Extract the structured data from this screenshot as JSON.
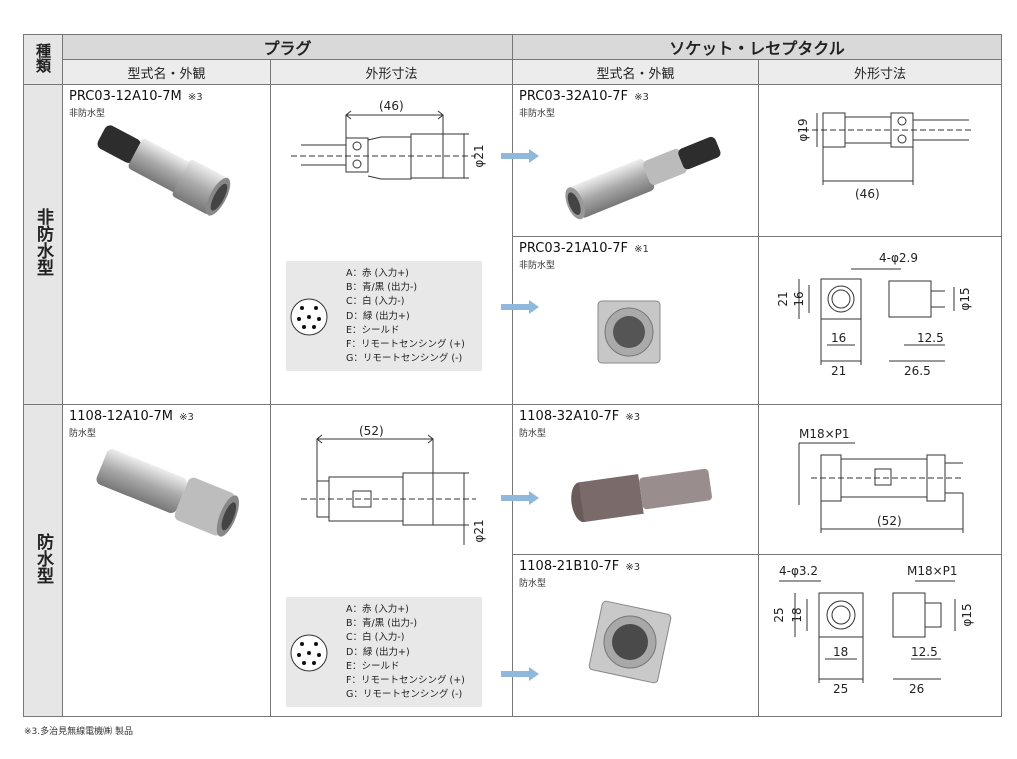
{
  "header": {
    "kind_label": "種類",
    "plug_label": "プラグ",
    "socket_label": "ソケット・レセプタクル",
    "model_col": "型式名・外観",
    "dim_col": "外形寸法",
    "model_col_2": "型式名・外観",
    "dim_col_2": "外形寸法"
  },
  "groups": [
    {
      "kind": "非防水型",
      "plug": {
        "model": "PRC03-12A10-7M",
        "note": "※3",
        "type": "非防水型",
        "dim": "(46)",
        "dia": "φ21"
      },
      "sockets": [
        {
          "model": "PRC03-32A10-7F",
          "note": "※3",
          "type": "非防水型",
          "dims": {
            "dia": "φ19",
            "len": "(46)"
          }
        },
        {
          "model": "PRC03-21A10-7F",
          "note": "※1",
          "type": "非防水型",
          "dims": {
            "hole": "4-φ2.9",
            "h1": "21",
            "h2": "16",
            "w1": "16",
            "w2": "21",
            "dia": "φ15",
            "d1": "12.5",
            "d2": "26.5"
          }
        }
      ],
      "pins": [
        "A：赤 (入力+)",
        "B：青/黒 (出力-)",
        "C：白 (入力-)",
        "D：緑 (出力+)",
        "E：シールド",
        "F：リモートセンシング (+)",
        "G：リモートセンシング (-)"
      ]
    },
    {
      "kind": "防水型",
      "plug": {
        "model": "1108-12A10-7M",
        "note": "※3",
        "type": "防水型",
        "dim": "(52)",
        "dia": "φ21"
      },
      "sockets": [
        {
          "model": "1108-32A10-7F",
          "note": "※3",
          "type": "防水型",
          "dims": {
            "thread": "M18×P1",
            "len": "(52)"
          }
        },
        {
          "model": "1108-21B10-7F",
          "note": "※3",
          "type": "防水型",
          "dims": {
            "hole": "4-φ3.2",
            "thread": "M18×P1",
            "h1": "25",
            "h2": "18",
            "w1": "18",
            "w2": "25",
            "dia": "φ15",
            "d1": "12.5",
            "d2": "26"
          }
        }
      ],
      "pins": [
        "A：赤 (入力+)",
        "B：青/黒 (出力-)",
        "C：白 (入力-)",
        "D：緑 (出力+)",
        "E：シールド",
        "F：リモートセンシング (+)",
        "G：リモートセンシング (-)"
      ]
    }
  ],
  "pin_letters": [
    "A",
    "B",
    "C",
    "D",
    "E",
    "F",
    "G"
  ],
  "footnote": "※3.多治見無線電機㈱ 製品",
  "colors": {
    "header": "#d9d9d9",
    "subheader": "#ececec",
    "pinbox": "#e8e8e8",
    "arrow": "#8fb8dd",
    "metal": "#b9b9b9"
  }
}
